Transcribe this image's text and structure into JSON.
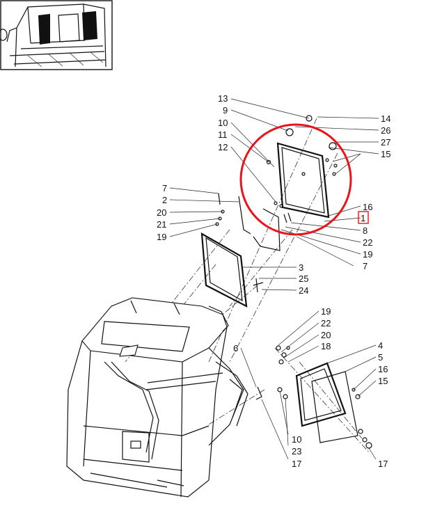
{
  "diagram": {
    "highlight_color": "#e8141b",
    "callouts": [
      {
        "id": "c13",
        "text": "13"
      },
      {
        "id": "c9",
        "text": "9"
      },
      {
        "id": "c10a",
        "text": "10"
      },
      {
        "id": "c11",
        "text": "11"
      },
      {
        "id": "c12",
        "text": "12"
      },
      {
        "id": "c14",
        "text": "14"
      },
      {
        "id": "c26",
        "text": "26"
      },
      {
        "id": "c27",
        "text": "27"
      },
      {
        "id": "c15a",
        "text": "15"
      },
      {
        "id": "c16a",
        "text": "16"
      },
      {
        "id": "c1",
        "text": "1"
      },
      {
        "id": "c8",
        "text": "8"
      },
      {
        "id": "c22a",
        "text": "22"
      },
      {
        "id": "c19a",
        "text": "19"
      },
      {
        "id": "c7a",
        "text": "7"
      },
      {
        "id": "c7b",
        "text": "7"
      },
      {
        "id": "c2",
        "text": "2"
      },
      {
        "id": "c20a",
        "text": "20"
      },
      {
        "id": "c21",
        "text": "21"
      },
      {
        "id": "c19b",
        "text": "19"
      },
      {
        "id": "c3",
        "text": "3"
      },
      {
        "id": "c25",
        "text": "25"
      },
      {
        "id": "c24",
        "text": "24"
      },
      {
        "id": "c19c",
        "text": "19"
      },
      {
        "id": "c22b",
        "text": "22"
      },
      {
        "id": "c20b",
        "text": "20"
      },
      {
        "id": "c18",
        "text": "18"
      },
      {
        "id": "c6",
        "text": "6"
      },
      {
        "id": "c4",
        "text": "4"
      },
      {
        "id": "c5",
        "text": "5"
      },
      {
        "id": "c16b",
        "text": "16"
      },
      {
        "id": "c15b",
        "text": "15"
      },
      {
        "id": "c10b",
        "text": "10"
      },
      {
        "id": "c23",
        "text": "23"
      },
      {
        "id": "c17a",
        "text": "17"
      },
      {
        "id": "c17b",
        "text": "17"
      }
    ]
  }
}
